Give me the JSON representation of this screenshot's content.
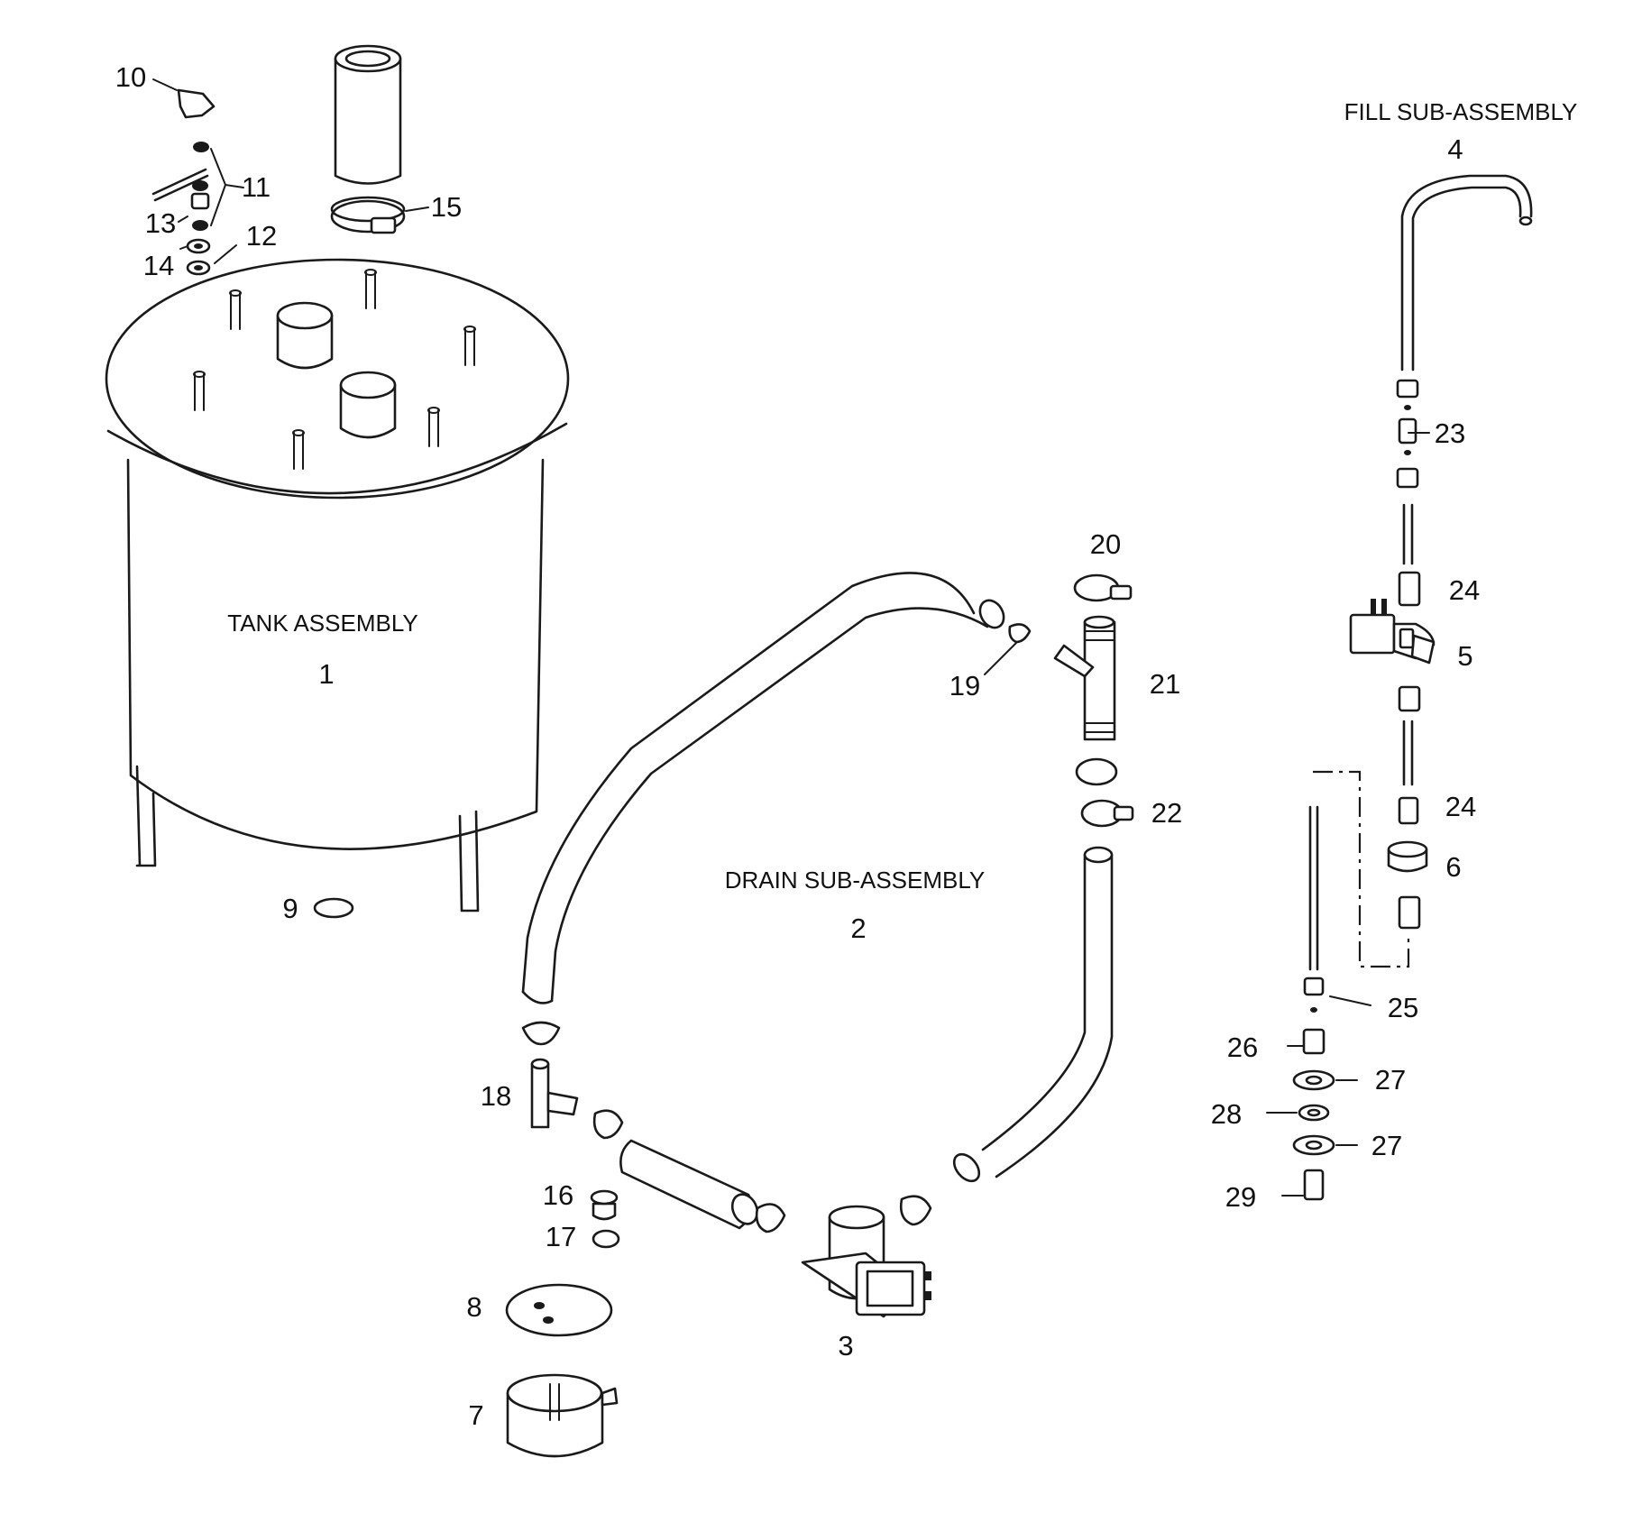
{
  "assemblies": {
    "tank": "TANK ASSEMBLY",
    "drain": "DRAIN SUB-ASSEMBLY",
    "fill": "FILL SUB-ASSEMBLY"
  },
  "callouts": {
    "c1": "1",
    "c2": "2",
    "c3": "3",
    "c4": "4",
    "c5": "5",
    "c6": "6",
    "c7": "7",
    "c8": "8",
    "c9": "9",
    "c10": "10",
    "c11": "11",
    "c12": "12",
    "c13": "13",
    "c14": "14",
    "c15": "15",
    "c16": "16",
    "c17": "17",
    "c18": "18",
    "c19": "19",
    "c20": "20",
    "c21": "21",
    "c22": "22",
    "c23": "23",
    "c24a": "24",
    "c24b": "24",
    "c25": "25",
    "c26": "26",
    "c27a": "27",
    "c27b": "27",
    "c28": "28",
    "c29": "29"
  },
  "colors": {
    "ink": "#1a1a1a",
    "paper": "#ffffff"
  }
}
